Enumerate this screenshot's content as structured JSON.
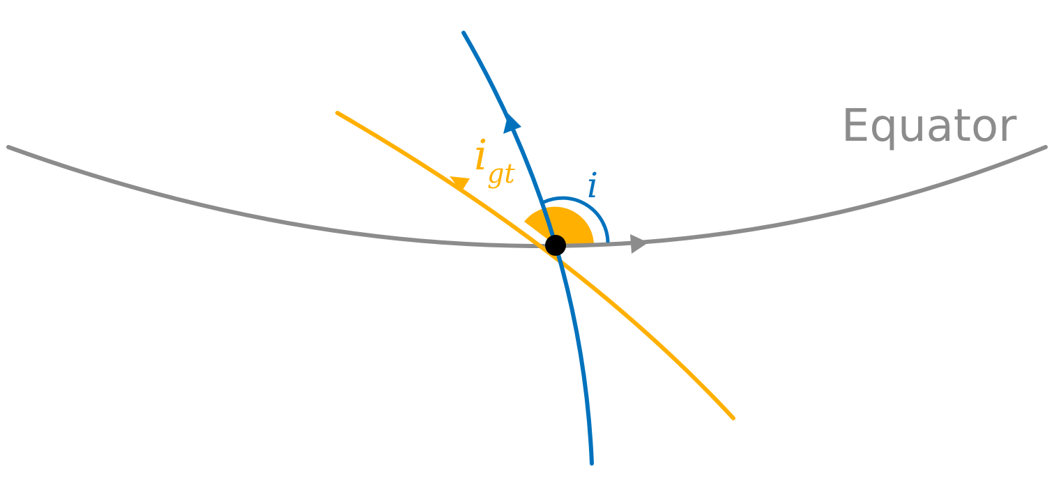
{
  "labels": {
    "equator": "Equator",
    "inclination": "i",
    "inclination_gt_main": "i",
    "inclination_gt_sub": "gt"
  },
  "colors": {
    "equator": "#8c8c8c",
    "orbit": "#0072bd",
    "ground_track": "#ffb000",
    "node": "#000000"
  }
}
